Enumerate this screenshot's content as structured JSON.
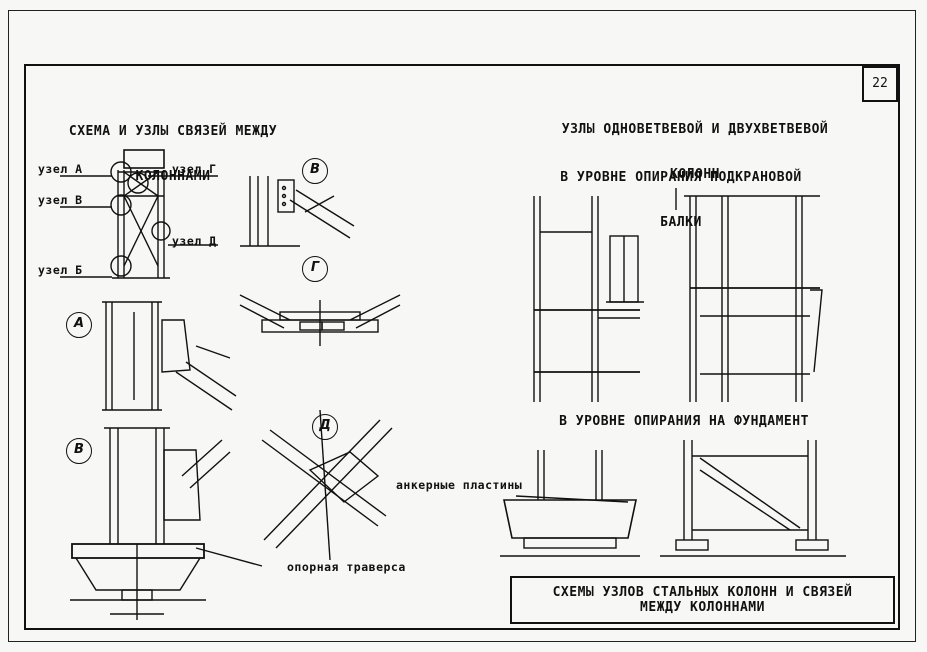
{
  "sheet": {
    "page_number": "22",
    "left_header_line1": "СХЕМА И УЗЛЫ СВЯЗЕЙ МЕЖДУ",
    "left_header_line2": "КОЛОННАМИ",
    "right_header_line1": "УЗЛЫ ОДНОВЕТВЕВОЙ И ДВУХВЕТВЕВОЙ",
    "right_header_line2": "КОЛОНН",
    "subheader_crane_line1": "В УРОВНЕ ОПИРАНИЯ ПОДКРАНОВОЙ",
    "subheader_crane_line2": "БАЛКИ",
    "subheader_foundation": "В УРОВНЕ ОПИРАНИЯ НА ФУНДАМЕНТ",
    "title_line1": "СХЕМЫ УЗЛОВ СТАЛЬНЫХ КОЛОНН И СВЯЗЕЙ",
    "title_line2": "МЕЖДУ КОЛОННАМИ"
  },
  "labels": {
    "node_a": "узел А",
    "node_v": "узел В",
    "node_b": "узел Б",
    "node_g": "узел Г",
    "node_d": "узел Д",
    "anchor_plates": "анкерные пластины",
    "support_traverse": "опорная траверса"
  },
  "detail_marks": {
    "a": "А",
    "b": "В",
    "v_top": "В",
    "g": "Г",
    "d": "Д"
  }
}
